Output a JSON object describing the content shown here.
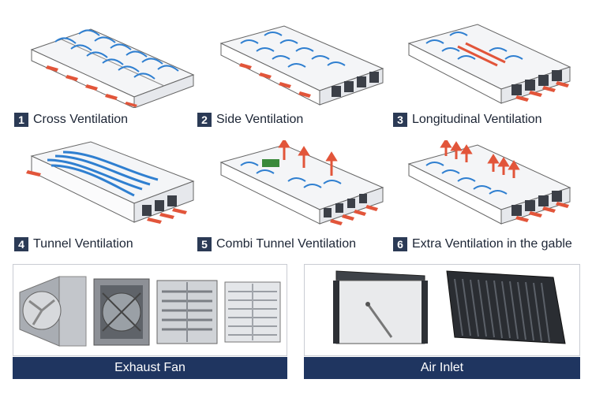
{
  "diagrams": [
    {
      "num": "1",
      "label": "Cross Ventilation"
    },
    {
      "num": "2",
      "label": "Side Ventilation"
    },
    {
      "num": "3",
      "label": "Longitudinal Ventilation"
    },
    {
      "num": "4",
      "label": "Tunnel Ventilation"
    },
    {
      "num": "5",
      "label": "Combi Tunnel Ventilation"
    },
    {
      "num": "6",
      "label": "Extra Ventilation in the gable"
    }
  ],
  "products": {
    "exhaust_fan_label": "Exhaust Fan",
    "air_inlet_label": "Air Inlet"
  },
  "colors": {
    "badge": "#2b3a55",
    "bar": "#1f3560",
    "airflow_blue": "#2f7fd0",
    "airflow_red": "#e2553a"
  }
}
